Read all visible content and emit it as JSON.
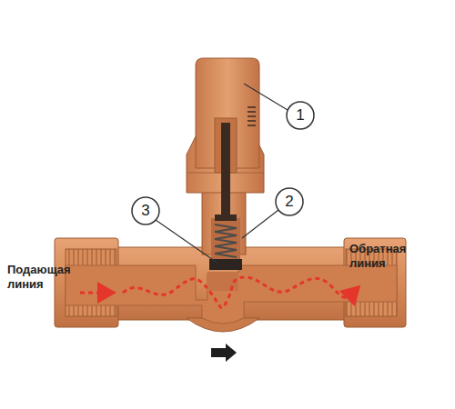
{
  "diagram": {
    "labels": [
      "1",
      "2",
      "3",
      "Подающая линия",
      "Обратная линия"
    ]
  }
}
